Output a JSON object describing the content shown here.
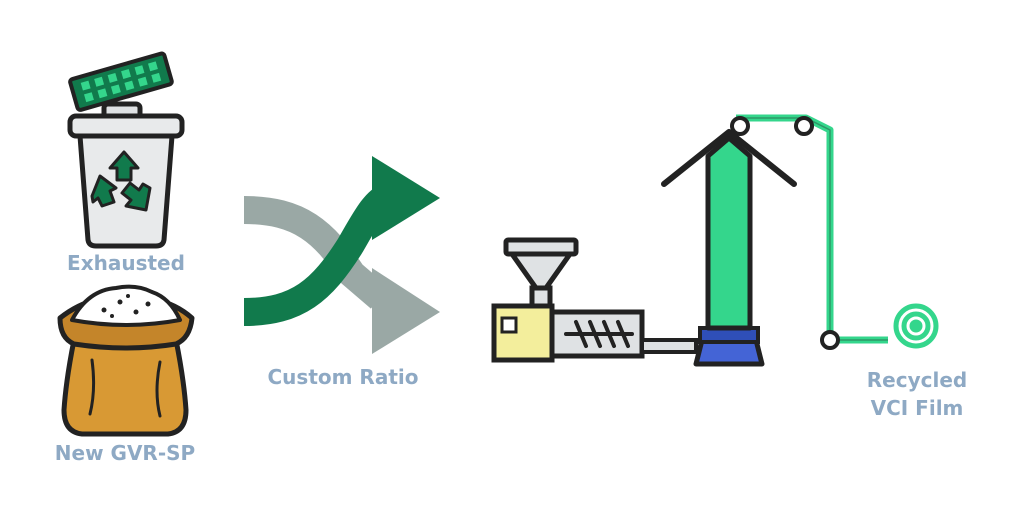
{
  "labels": {
    "exhausted": "Exhausted",
    "new_material": "New GVR-SP",
    "custom_ratio": "Custom Ratio",
    "output_line1": "Recycled",
    "output_line2": "VCI Film"
  },
  "icons": {
    "input_top": "recycle-bin-with-vci-strip-icon",
    "input_bottom": "powder-sack-icon",
    "mixing": "shuffle-arrows-icon",
    "process": "blown-film-extruder-icon",
    "output": "film-roll-icon"
  },
  "colors": {
    "label_text": "#8ea9c4",
    "outline": "#222222",
    "dark_green": "#117a4c",
    "bright_green": "#34d68c",
    "grey_arrow": "#9aa8a5",
    "bin_fill": "#e8eaeb",
    "sack_fill": "#d89934",
    "hopper_fill": "#dfe2e4",
    "die_blue": "#4464d6",
    "barrel_yellow": "#f3ee9c"
  }
}
